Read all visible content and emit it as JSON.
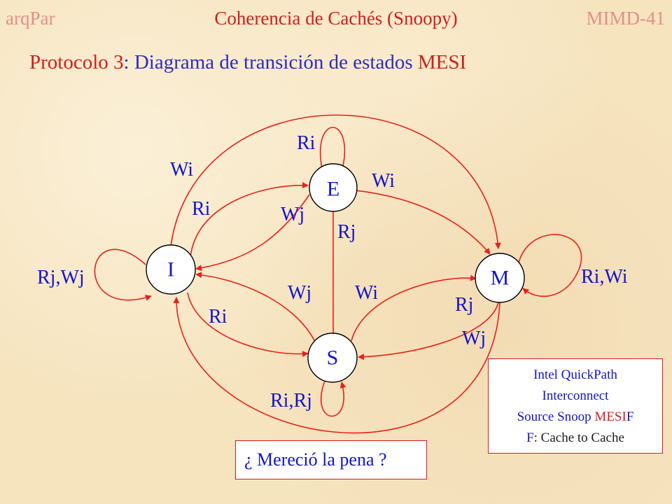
{
  "header": {
    "left": "arqPar",
    "center": "Coherencia de Cachés (Snoopy)",
    "right": "MIMD-41"
  },
  "subtitle": {
    "prefix": "Protocolo 3",
    "middle": ": Diagrama de transición de estados ",
    "suffix": "MESI"
  },
  "diagram": {
    "states": {
      "I": "I",
      "E": "E",
      "M": "M",
      "S": "S"
    },
    "labels": {
      "E_self": "Ri",
      "I_to_M": "Wi",
      "E_to_M": "Wi",
      "I_to_E": "Ri",
      "E_to_I": "Wj",
      "E_to_S": "Rj",
      "I_self": "Rj,Wj",
      "M_self": "Ri,Wi",
      "S_to_I": "Wj",
      "S_to_M": "Wi",
      "M_to_S_read": "Rj",
      "I_to_S": "Ri",
      "M_to_S_write": "Wj",
      "S_self": "Ri,Rj"
    },
    "colors": {
      "edge": "#e8201a",
      "text": "#1414c8"
    }
  },
  "intel_box": {
    "line1": "Intel QuickPath",
    "line2": "Interconnect",
    "line3_prefix": "Source Snoop ",
    "line3_red": "MESI",
    "line3_suffix": "F",
    "line4_prefix": "F",
    "line4_suffix": ": Cache to Cache"
  },
  "question": "¿ Mereció la pena ?"
}
